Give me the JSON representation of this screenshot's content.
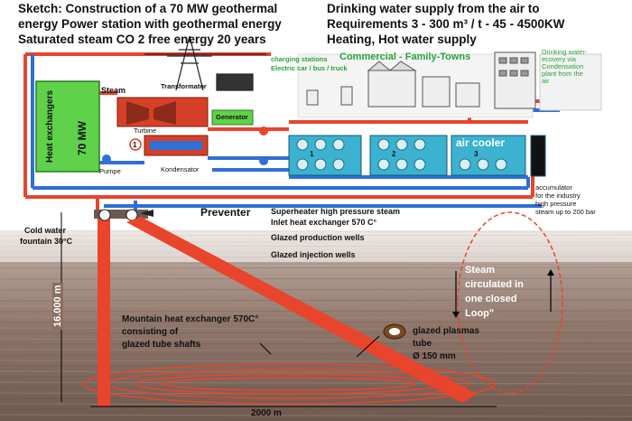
{
  "header": {
    "left_lines": [
      "Sketch: Construction of a 70 MW geothermal",
      "energy Power station with geothermal energy",
      "Saturated steam CO 2 free energy 20 years"
    ],
    "right_lines": [
      "Drinking water supply from the air to",
      "Requirements 3 - 300 m³ / t - 45 - 4500KW",
      "Heating, Hot water supply"
    ]
  },
  "labels": {
    "heat_exchangers": "Heat exchangers",
    "mw": "70 MW",
    "steam": "Steam",
    "transformator": "Transformator",
    "turbine": "Turbine",
    "generator": "Generator",
    "pumpe": "Pumpe",
    "kondensator": "Kondensator",
    "charging_line1": "charging stations",
    "charging_line2": "Electric car / bus / truck",
    "commercial": "Commercial - Family-Towns",
    "drinking_recovery": [
      "Drinking water-",
      "ecovery via",
      "Condensation",
      "plant from the",
      "air"
    ],
    "air_cooler": "air cooler",
    "accumulator": [
      "accumulator",
      "for the industry",
      "high pressure",
      "steam up to 200 bar"
    ],
    "preventer": "Preventer",
    "superheater": "Superheater high pressure steam",
    "inlet": "Inlet heat exchanger 570 C°",
    "production": "Glazed production wells",
    "injection": "Glazed injection wells",
    "cold_water": [
      "Cold water",
      "fountain 30°C"
    ],
    "depth": "16.000 m",
    "mountain": [
      "Mountain heat exchanger 570C°",
      "consisting of",
      "glazed tube shafts"
    ],
    "plasma": [
      "glazed plasmas",
      "tube",
      "Ø 150 mm"
    ],
    "steam_loop": [
      "Steam",
      "circulated in",
      "one closed",
      "Loop\""
    ],
    "width": "2000 m",
    "num1": "1",
    "num2": "2",
    "num3": "3"
  },
  "colors": {
    "hot_pipe": "#e8452c",
    "cold_pipe": "#2f6fd6",
    "heat_exchanger": "#5fd14a",
    "cooler": "#3bb3d0",
    "ground": "#8a6f60"
  }
}
